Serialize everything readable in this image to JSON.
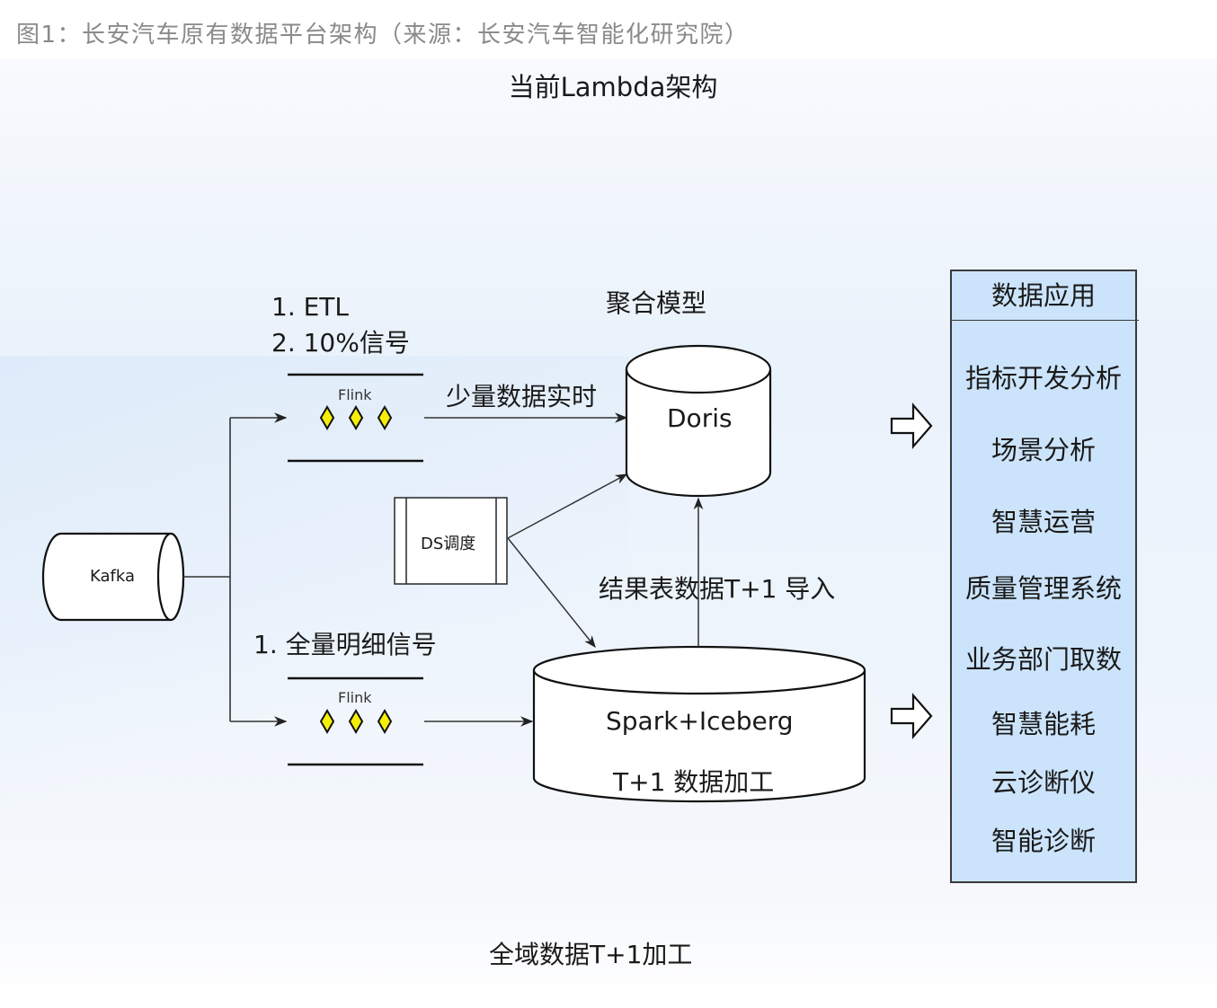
{
  "figure_caption": "图1：长安汽车原有数据平台架构（来源：长安汽车智能化研究院）",
  "diagram": {
    "title": "当前Lambda架构",
    "bottom_label": "全域数据T+1加工",
    "sources": {
      "kafka": "Kafka"
    },
    "stream_paths": {
      "realtime": {
        "notes": [
          "1. ETL",
          "2. 10%信号"
        ],
        "engine": "Flink",
        "edge_label": "少量数据实时"
      },
      "full": {
        "notes": [
          "1. 全量明细信号"
        ],
        "engine": "Flink"
      }
    },
    "scheduler": "DS调度",
    "stores": {
      "doris": {
        "heading": "聚合模型",
        "name": "Doris"
      },
      "spark": {
        "name": "Spark+Iceberg",
        "subtitle": "T+1 数据加工"
      }
    },
    "edge_t1_import": "结果表数据T+1 导入",
    "applications": {
      "header": "数据应用",
      "items": [
        "指标开发分析",
        "场景分析",
        "智慧运营",
        "质量管理系统",
        "业务部门取数",
        "智慧能耗",
        "云诊断仪",
        "智能诊断"
      ]
    },
    "colors": {
      "flink_diamond": "#f5ee0a",
      "apps_panel": "#cce4fb",
      "caption_text": "#8a8a8a"
    }
  }
}
